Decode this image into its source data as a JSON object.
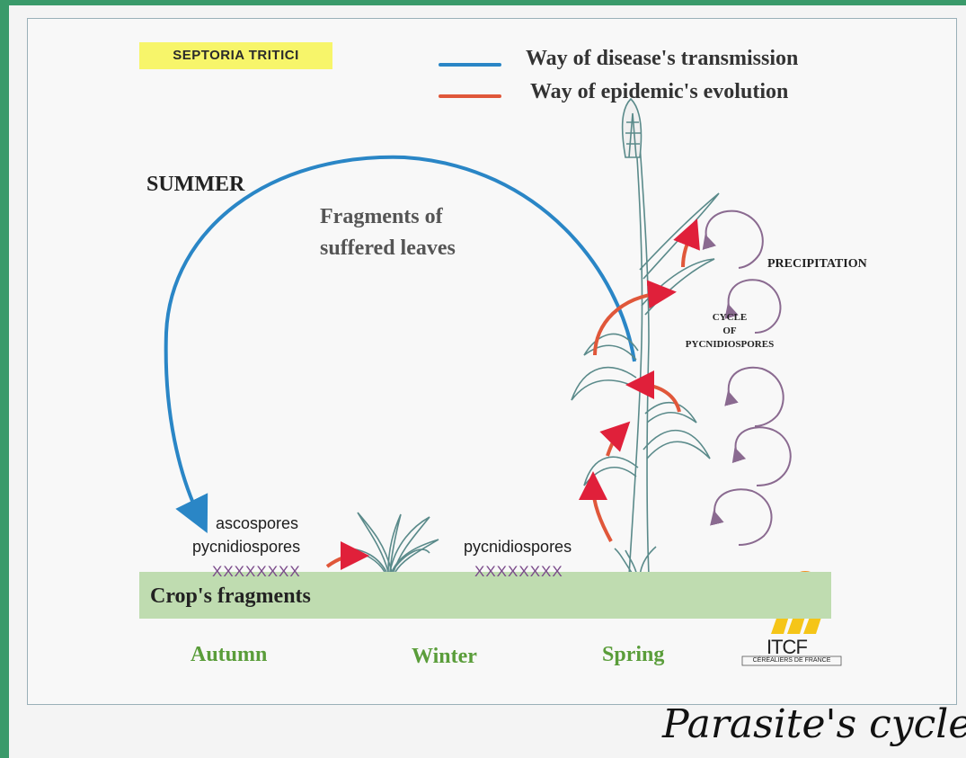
{
  "diagram": {
    "title": "SEPTORIA TRITICI",
    "legend": {
      "transmission": "Way of disease's transmission",
      "evolution": "Way of epidemic's evolution"
    },
    "labels": {
      "summer": "SUMMER",
      "fragments_line1": "Fragments of",
      "fragments_line2": "suffered leaves",
      "precipitation": "PRECIPITATION",
      "cycle_line1": "CYCLE",
      "cycle_line2": "OF",
      "cycle_line3": "PYCNIDIOSPORES",
      "ascospores": "ascospores",
      "pycnidiospores_left": "pycnidiospores",
      "pycnidiospores_mid": "pycnidiospores",
      "xmarks_left": "XXXXXXXX",
      "xmarks_mid": "XXXXXXXX",
      "crop_fragments": "Crop's fragments"
    },
    "seasons": [
      "Autumn",
      "Winter",
      "Spring"
    ],
    "logo": {
      "name": "ITCF",
      "tagline": "CÉRÉALIERS DE FRANCE"
    },
    "colors": {
      "transmission": "#2a86c6",
      "evolution": "#e0573a",
      "red_arrowhead": "#e0203a",
      "precipitation": "#8a6a90",
      "crop_band": "#bfdcb0",
      "background": "#3a9a6a"
    }
  },
  "footer": {
    "caption": "Parasite's cycle"
  }
}
